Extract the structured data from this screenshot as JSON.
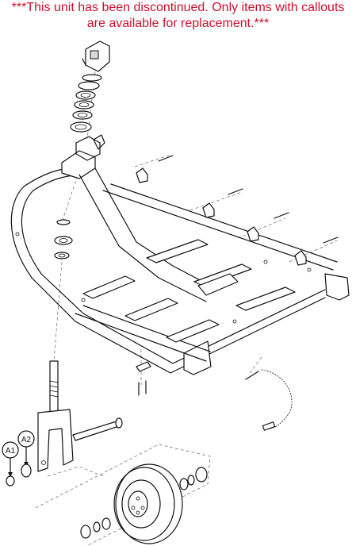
{
  "notice": {
    "line1": "***This unit has been discontinued. Only items with callouts",
    "line2": "are available for replacement.***",
    "color": "#c8102e"
  },
  "callouts": {
    "a1": "A1",
    "a2": "A2"
  }
}
